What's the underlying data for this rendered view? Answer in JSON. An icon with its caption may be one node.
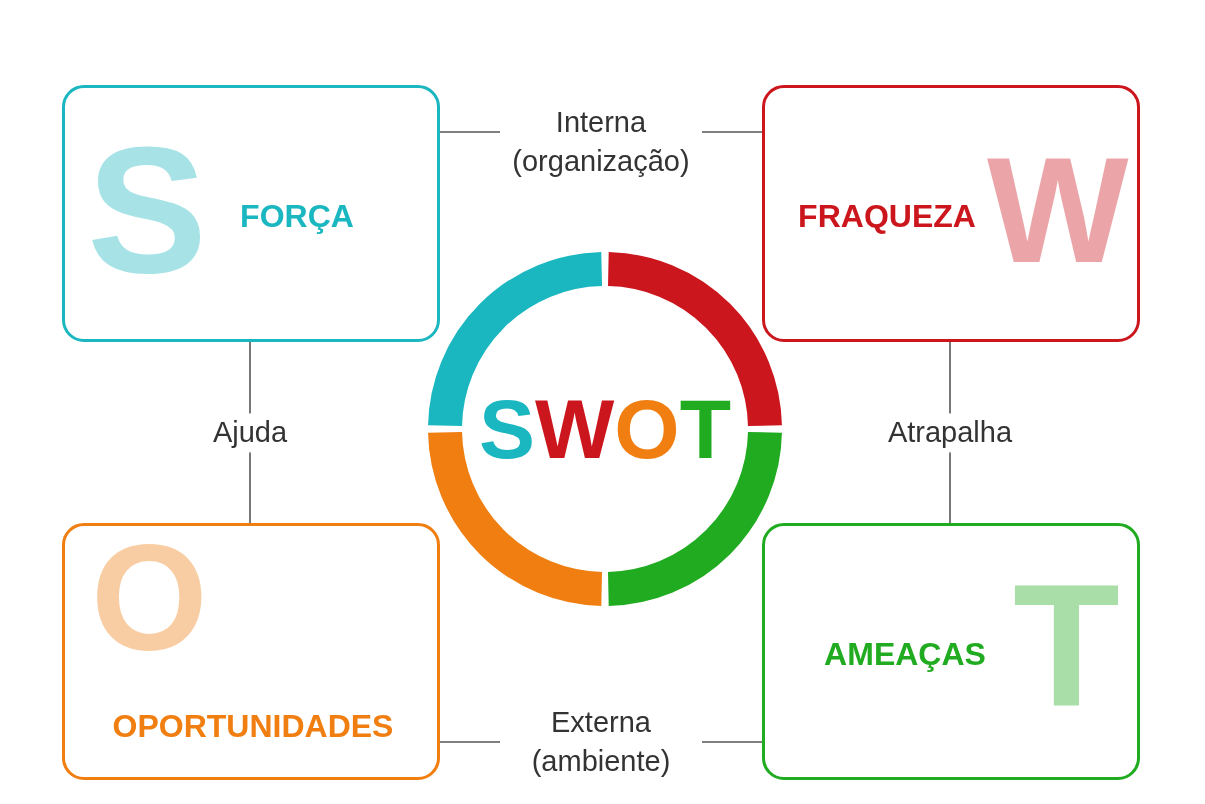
{
  "diagram": {
    "nodes": [
      {
        "text": [
          "S",
          "FORÇA"
        ]
      },
      {
        "text": [
          "FRAQUEZA",
          "W"
        ]
      },
      {
        "text": [
          "O",
          "OPORTUNIDADES"
        ]
      },
      {
        "text": [
          "AMEAÇAS",
          "T"
        ]
      },
      {
        "text": [
          "SWOT"
        ]
      }
    ],
    "edges": [
      {
        "from": 0,
        "to": 1,
        "arrow": "none",
        "label": "Interna (organização)"
      },
      {
        "from": 2,
        "to": 3,
        "arrow": "none",
        "label": "Externa (ambiente)"
      },
      {
        "from": 0,
        "to": 2,
        "arrow": "none",
        "label": "Ajuda"
      },
      {
        "from": 1,
        "to": 3,
        "arrow": "none",
        "label": "Atrapalha"
      }
    ]
  }
}
